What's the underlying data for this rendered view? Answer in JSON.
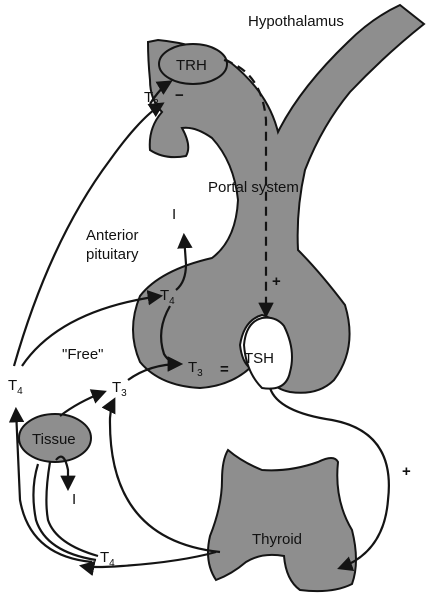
{
  "labels": {
    "hypothalamus": "Hypothalamus",
    "trh": "TRH",
    "portal": "Portal system",
    "anterior_1": "Anterior",
    "anterior_2": "pituitary",
    "free": "\"Free\"",
    "tsh": "TSH",
    "tissue": "Tissue",
    "thyroid": "Thyroid",
    "iodide": "I",
    "t_letter": "T",
    "sub3": "3",
    "sub4": "4",
    "plus": "+",
    "minus": "−",
    "equals": "="
  },
  "colors": {
    "tissue_fill": "#8e8e8e",
    "outline": "#141414",
    "background": "#ffffff"
  }
}
